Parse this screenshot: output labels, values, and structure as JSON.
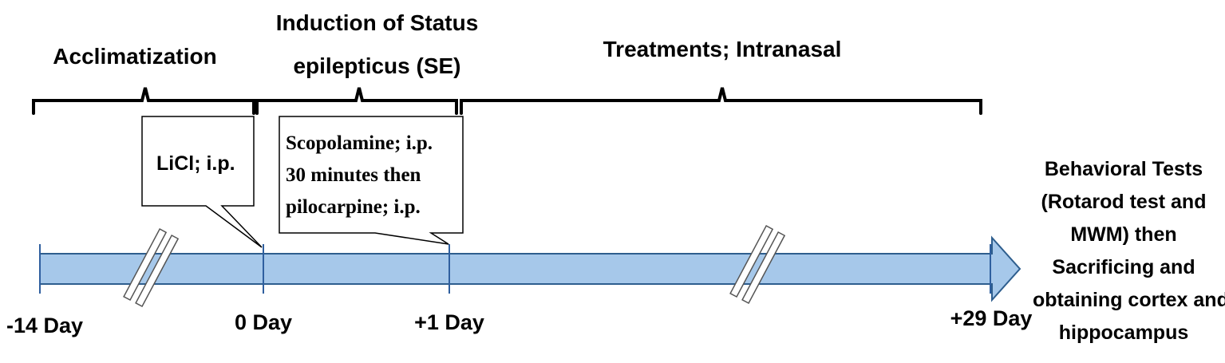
{
  "phases": {
    "acclimatization": "Acclimatization",
    "induction_line1": "Induction of Status",
    "induction_line2": "epilepticus (SE)",
    "treatments": "Treatments;  Intranasal"
  },
  "callouts": {
    "licl": "LiCl; i.p.",
    "scopolamine_line1": "Scopolamine; i.p.",
    "scopolamine_line2": "30 minutes then",
    "scopolamine_line3": "pilocarpine; i.p."
  },
  "days": {
    "d_minus14": "-14 Day",
    "d0": "0 Day",
    "d_plus1": "+1 Day",
    "d_plus29": "+29 Day"
  },
  "final_step": {
    "line1": "Behavioral Tests",
    "line2": "(Rotarod test and",
    "line3": "MWM) then",
    "line4": "Sacrificing and",
    "line5": "obtaining cortex and",
    "line6": "hippocampus"
  },
  "colors": {
    "arrow_fill": "#a6c8ea",
    "arrow_stroke": "#2e5e8e",
    "tick": "#2f5f9f",
    "ink": "#000000"
  }
}
